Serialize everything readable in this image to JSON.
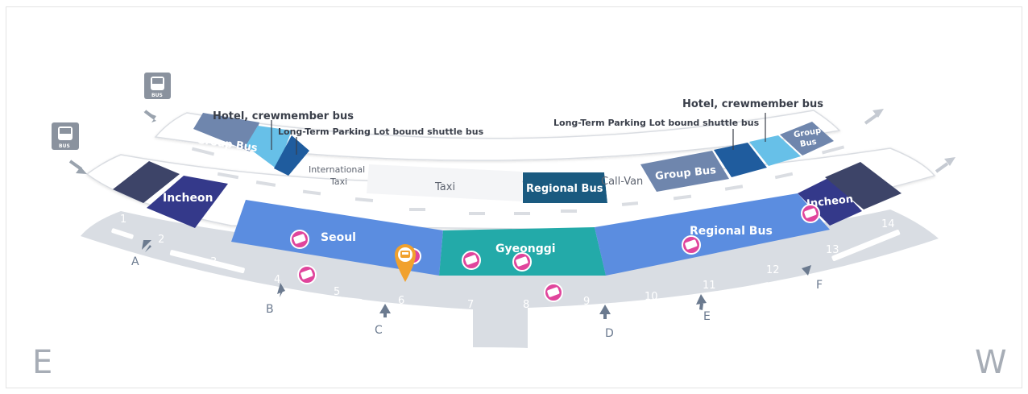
{
  "map": {
    "zones": {
      "incheon_east": "Incheon",
      "seoul": "Seoul",
      "gyeonggi": "Gyeonggi",
      "regional_bus_bottom": "Regional Bus",
      "incheon_west": "Incheon",
      "group_bus_east": "Group Bus",
      "group_bus_west": "Group Bus",
      "group_bus_far_west_line1": "Group",
      "group_bus_far_west_line2": "Bus",
      "international_taxi_line1": "International",
      "international_taxi_line2": "Taxi",
      "taxi": "Taxi",
      "regional_bus_top": "Regional Bus",
      "call_van": "Call-Van"
    },
    "callouts": {
      "hotel_east": "Hotel, crewmember bus",
      "shuttle_east": "Long-Term Parking Lot bound shuttle bus",
      "hotel_west": "Hotel, crewmember bus",
      "shuttle_west": "Long-Term Parking Lot bound shuttle bus"
    },
    "bus_icon_label": "BUS",
    "doors": [
      "1",
      "2",
      "3",
      "4",
      "5",
      "6",
      "7",
      "8",
      "9",
      "10",
      "11",
      "12",
      "13",
      "14"
    ],
    "gates": [
      "A",
      "B",
      "C",
      "D",
      "E",
      "F"
    ],
    "compass": {
      "east": "E",
      "west": "W"
    },
    "colors": {
      "blue": "#5b8de0",
      "teal": "#23aaa9",
      "navy_dark": "#3d4468",
      "navy_incheon": "#34398a",
      "slate_group": "#6f86ad",
      "light_blue": "#67c0e8",
      "dark_blue": "#1f5c9e",
      "regional_top": "#1a5a80",
      "walkway": "#d9dde3",
      "ticket_pink": "#e0459c",
      "marker_orange": "#f1a12d"
    }
  }
}
